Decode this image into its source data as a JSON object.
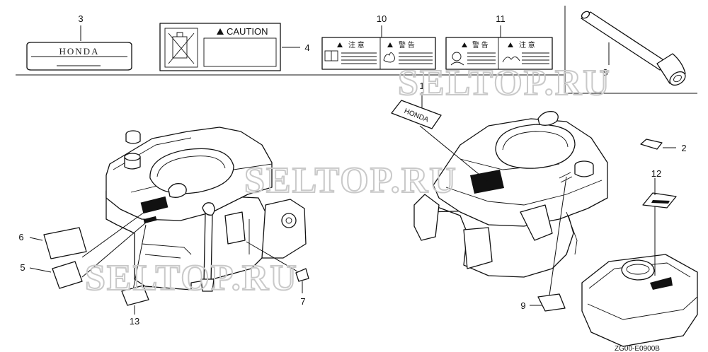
{
  "labels": {
    "brand_emblem": "HONDA",
    "brand_decal": "HONDA",
    "caution_title": "CAUTION",
    "warning_10_left": "注 意",
    "warning_10_right": "警 告",
    "warning_11_left": "警 告",
    "warning_11_right": "注 意"
  },
  "callouts": [
    "1",
    "2",
    "3",
    "4",
    "5",
    "6",
    "7",
    "8",
    "9",
    "10",
    "11",
    "12",
    "13"
  ],
  "watermark": "SELTOP.RU",
  "footer_code": "ZG00-E0900B"
}
